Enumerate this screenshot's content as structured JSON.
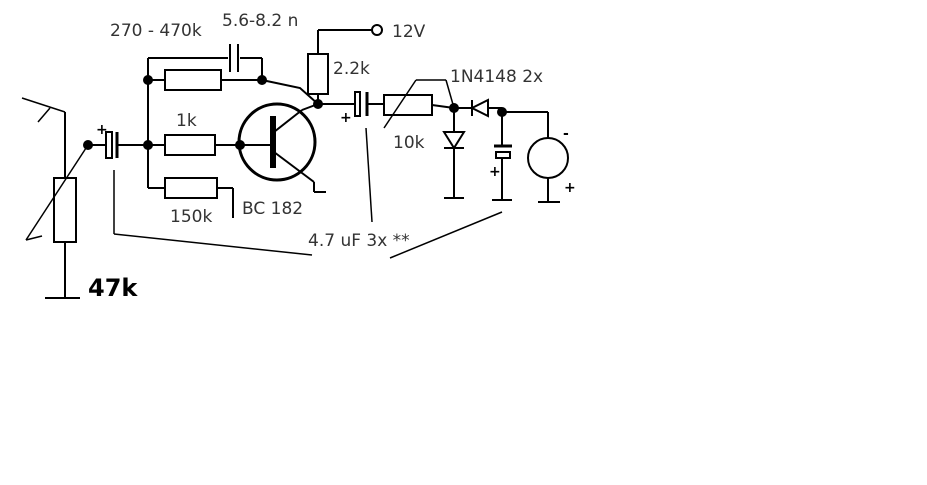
{
  "labels": {
    "feedback_resistor": "270  - 470k",
    "feedback_capacitor": "5.6-8.2 n",
    "supply": "12V",
    "collector_resistor": "2.2k",
    "diodes": "1N4148 2x",
    "base_resistor": "1k",
    "output_resistor": "10k",
    "bias_resistor": "150k",
    "transistor": "BC 182",
    "capacitors": "4.7 uF 3x **",
    "potentiometer": "47k"
  },
  "signs": {
    "plus": "+",
    "minus": "-"
  }
}
